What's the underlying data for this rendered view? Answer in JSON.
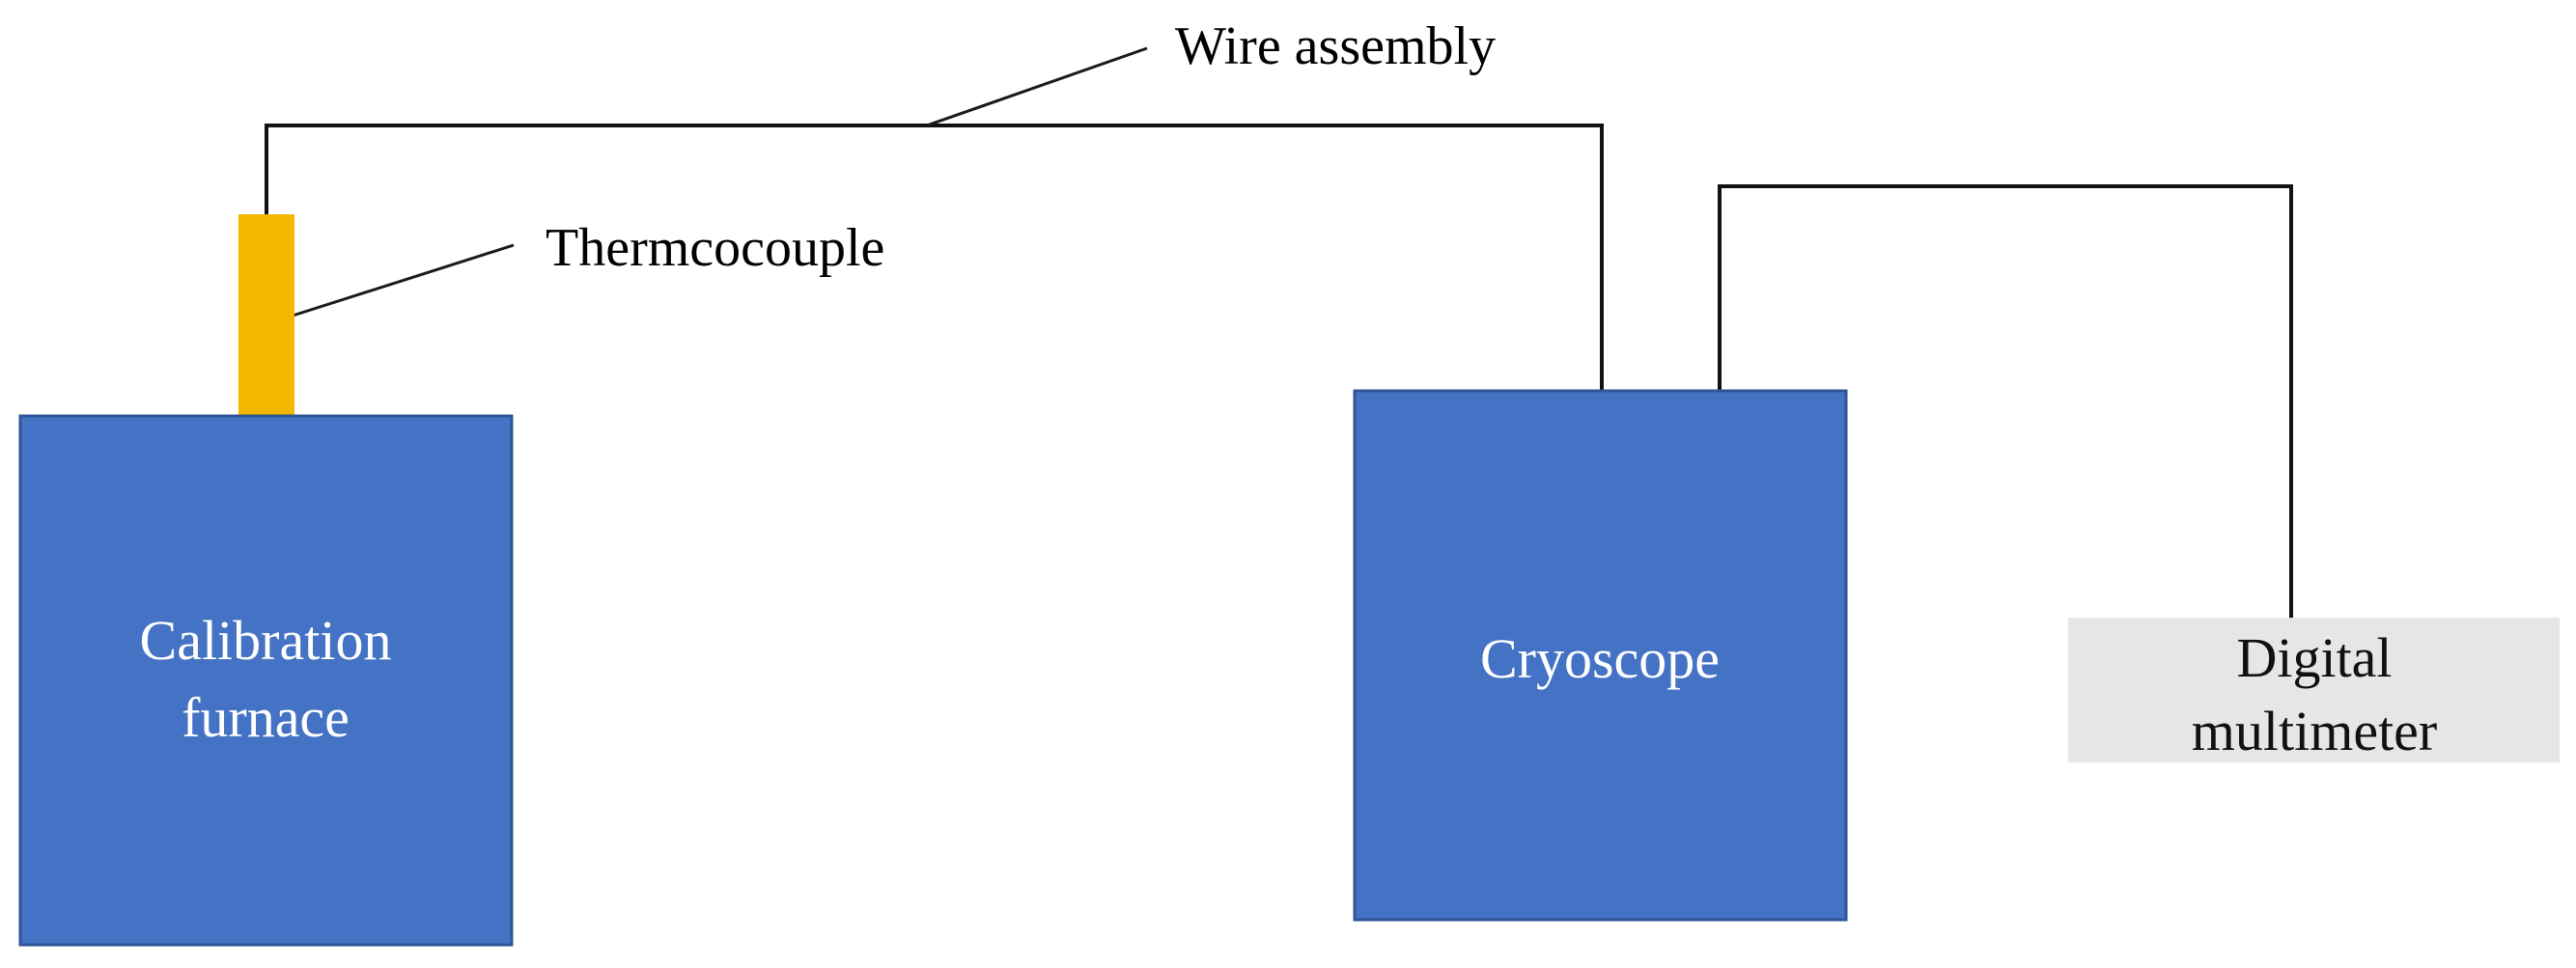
{
  "labels": {
    "wire_assembly": "Wire assembly",
    "thermocouple": "Thermcocouple"
  },
  "boxes": {
    "calibration_furnace": {
      "line1": "Calibration",
      "line2": "furnace"
    },
    "cryoscope": {
      "line1": "Cryoscope"
    },
    "digital_multimeter": {
      "line1": "Digital",
      "line2": "multimeter"
    }
  },
  "colors": {
    "box_blue": "#4472C4",
    "box_blue_border": "#2F5597",
    "thermocouple_gold": "#F2B800",
    "multimeter_gray": "#E6E6E6",
    "box_text_light": "#FFFFFF",
    "box_text_dark": "#111111",
    "wire": "#111111"
  }
}
